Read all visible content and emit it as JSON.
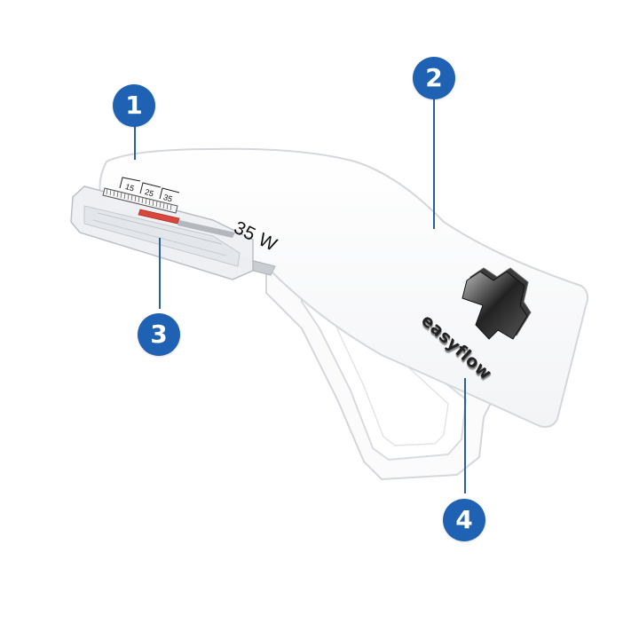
{
  "product": {
    "type": "skin stapler",
    "model_label": "35 W",
    "brand": "easyflow",
    "scale_labels": [
      "15",
      "25",
      "35"
    ],
    "colors": {
      "body": "#ffffff",
      "outline": "#d6d9de",
      "indicator": "#d9463b",
      "callout": "#1f62b3",
      "leader": "#2c5f9e"
    }
  },
  "callouts": [
    {
      "number": "1",
      "target": "upper-housing-front"
    },
    {
      "number": "2",
      "target": "upper-housing-top"
    },
    {
      "number": "3",
      "target": "staple-cartridge-window"
    },
    {
      "number": "4",
      "target": "trigger-lever"
    }
  ]
}
